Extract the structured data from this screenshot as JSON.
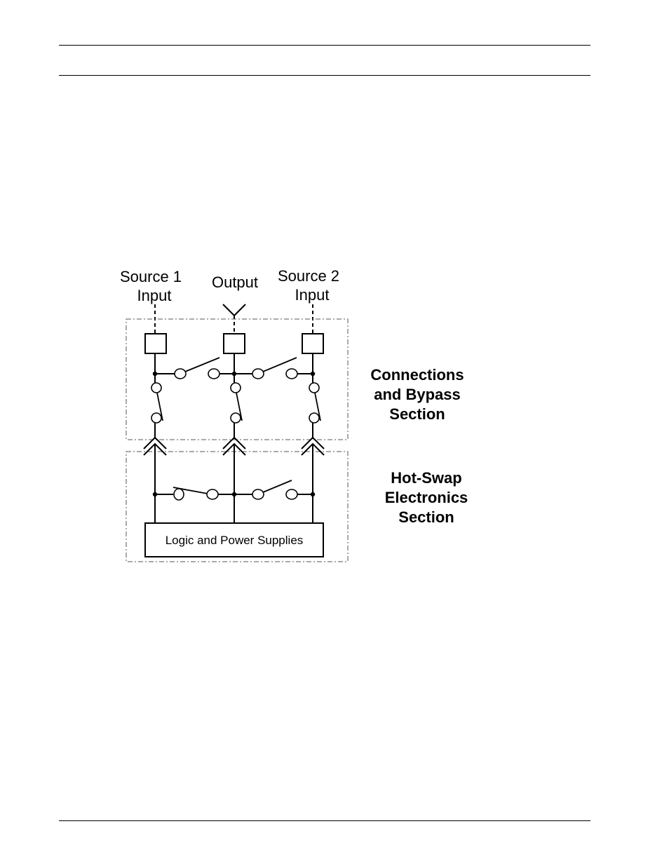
{
  "diagram": {
    "columns": [
      {
        "line1": "Source 1",
        "line2": "Input"
      },
      {
        "line1": "Output",
        "line2": ""
      },
      {
        "line1": "Source 2",
        "line2": "Input"
      }
    ],
    "logic_box_label": "Logic and Power Supplies",
    "sections": {
      "upper": {
        "line1": "Connections",
        "line2": "and Bypass",
        "line3": "Section"
      },
      "lower": {
        "line1": "Hot-Swap",
        "line2": "Electronics",
        "line3": "Section"
      }
    }
  }
}
